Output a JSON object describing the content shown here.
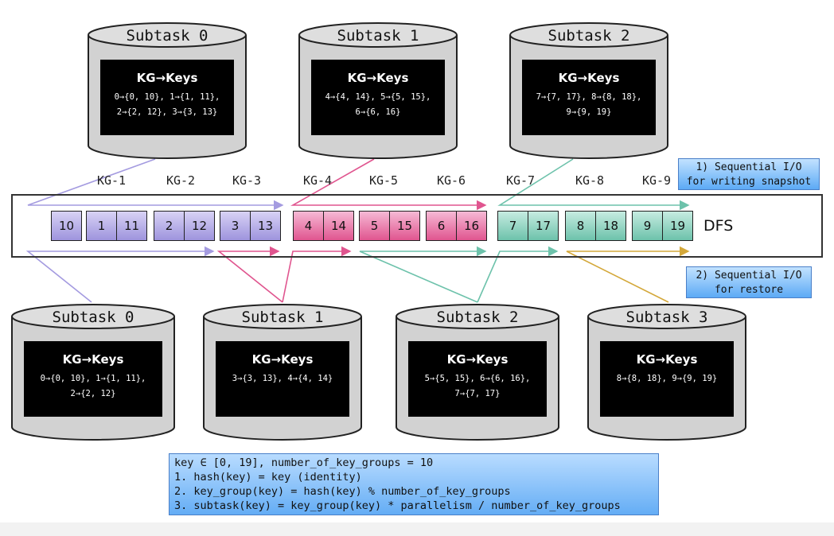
{
  "top_subtasks": [
    {
      "title": "Subtask 0",
      "kg_title": "KG→Keys",
      "lines": [
        "0→{0, 10}, 1→{1, 11},",
        "2→{2, 12}, 3→{3, 13}"
      ]
    },
    {
      "title": "Subtask 1",
      "kg_title": "KG→Keys",
      "lines": [
        "4→{4, 14}, 5→{5, 15},",
        "6→{6, 16}"
      ]
    },
    {
      "title": "Subtask 2",
      "kg_title": "KG→Keys",
      "lines": [
        "7→{7, 17}, 8→{8, 18},",
        "9→{9, 19}"
      ]
    }
  ],
  "bottom_subtasks": [
    {
      "title": "Subtask 0",
      "kg_title": "KG→Keys",
      "lines": [
        "0→{0, 10}, 1→{1, 11},",
        "2→{2, 12}"
      ]
    },
    {
      "title": "Subtask 1",
      "kg_title": "KG→Keys",
      "lines": [
        "3→{3, 13}, 4→{4, 14}"
      ]
    },
    {
      "title": "Subtask 2",
      "kg_title": "KG→Keys",
      "lines": [
        "5→{5, 15}, 6→{6, 16},",
        "7→{7, 17}"
      ]
    },
    {
      "title": "Subtask 3",
      "kg_title": "KG→Keys",
      "lines": [
        "8→{8, 18}, 9→{9, 19}"
      ]
    }
  ],
  "key_groups": [
    "KG-1",
    "KG-2",
    "KG-3",
    "KG-4",
    "KG-5",
    "KG-6",
    "KG-7",
    "KG-8",
    "KG-9"
  ],
  "dfs": {
    "label": "DFS",
    "cells": [
      {
        "values": [
          "10"
        ],
        "color": "purple"
      },
      {
        "values": [
          "1",
          "11"
        ],
        "color": "purple"
      },
      {
        "values": [
          "2",
          "12"
        ],
        "color": "purple"
      },
      {
        "values": [
          "3",
          "13"
        ],
        "color": "purple"
      },
      {
        "values": [
          "4",
          "14"
        ],
        "color": "pink"
      },
      {
        "values": [
          "5",
          "15"
        ],
        "color": "pink"
      },
      {
        "values": [
          "6",
          "16"
        ],
        "color": "pink"
      },
      {
        "values": [
          "7",
          "17"
        ],
        "color": "teal"
      },
      {
        "values": [
          "8",
          "18"
        ],
        "color": "teal"
      },
      {
        "values": [
          "9",
          "19"
        ],
        "color": "teal"
      }
    ]
  },
  "notes": {
    "write": [
      "1) Sequential I/O",
      "for writing snapshot"
    ],
    "restore": [
      "2) Sequential I/O",
      "for restore"
    ]
  },
  "formula": [
    "key ∈ [0, 19], number_of_key_groups = 10",
    "1. hash(key) = key (identity)",
    "2. key_group(key) = hash(key) % number_of_key_groups",
    "3. subtask(key) = key_group(key) * parallelism / number_of_key_groups"
  ],
  "colors": {
    "purple": "#9e94dd",
    "pink": "#e0558f",
    "teal": "#6dc2ab",
    "gold": "#d4a83a",
    "note_blue": "#5caaf5"
  }
}
